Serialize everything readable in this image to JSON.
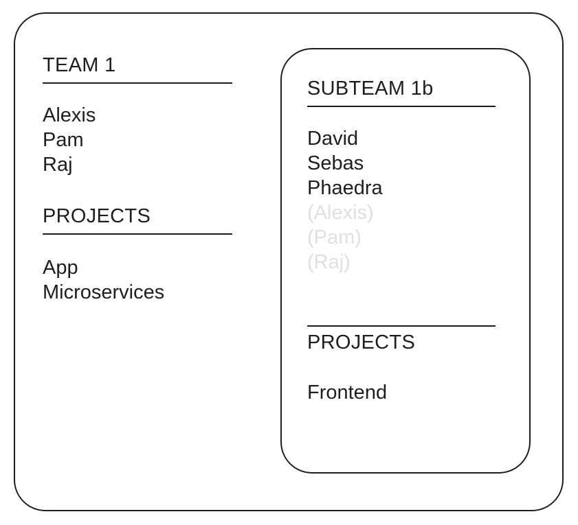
{
  "diagram": {
    "colors": {
      "border": "#1e1e1e",
      "text": "#1e1e1e",
      "inherited_text": "#e0e0e0",
      "background": "#ffffff"
    },
    "team": {
      "title": "TEAM 1",
      "members": [
        "Alexis",
        "Pam",
        "Raj"
      ],
      "projects_title": "PROJECTS",
      "projects": [
        "App",
        "Microservices"
      ]
    },
    "subteam": {
      "title": "SUBTEAM 1b",
      "members": [
        "David",
        "Sebas",
        "Phaedra"
      ],
      "inherited_members": [
        "(Alexis)",
        "(Pam)",
        "(Raj)"
      ],
      "projects_title": "PROJECTS",
      "projects": [
        "Frontend"
      ]
    }
  }
}
